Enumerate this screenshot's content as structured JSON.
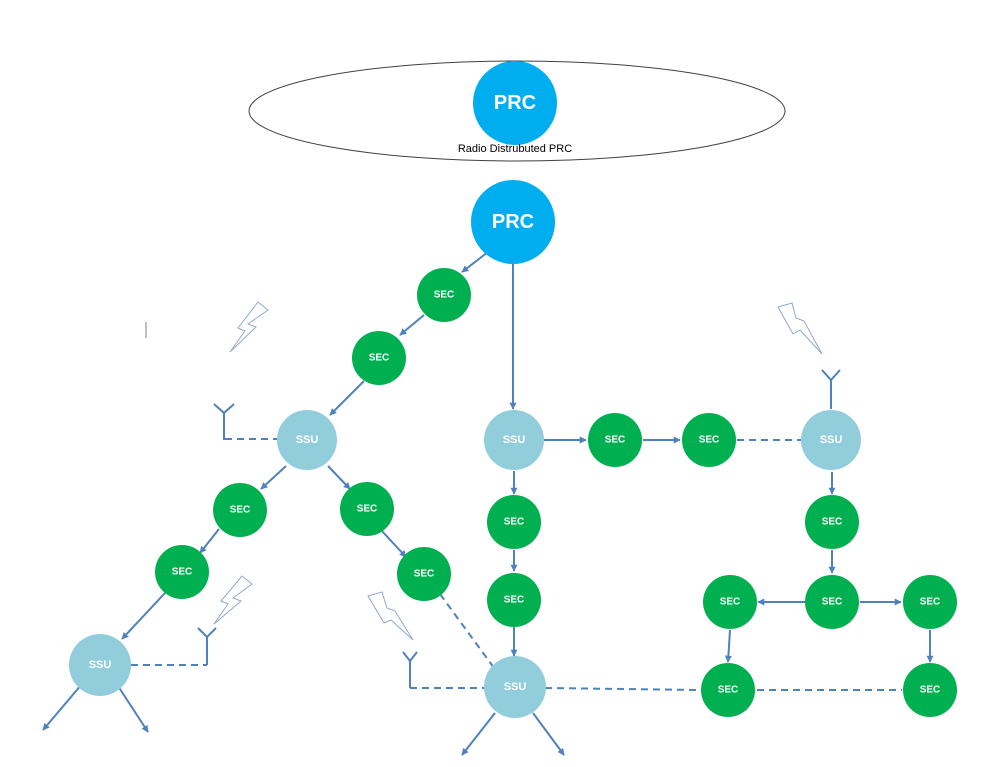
{
  "colors": {
    "prc": "#00aeef",
    "sec": "#00b050",
    "ssu": "#92cddc",
    "link": "#4f81bd",
    "ellipse_stroke": "#404040",
    "lightning": "#8fa9cf",
    "label": "#ffffff"
  },
  "labels": {
    "prc": "PRC",
    "sec": "SEC",
    "ssu": "SSU",
    "radio_caption": "Radio Distrubuted PRC"
  },
  "icons": [
    "antenna-icon",
    "lightning-icon"
  ]
}
